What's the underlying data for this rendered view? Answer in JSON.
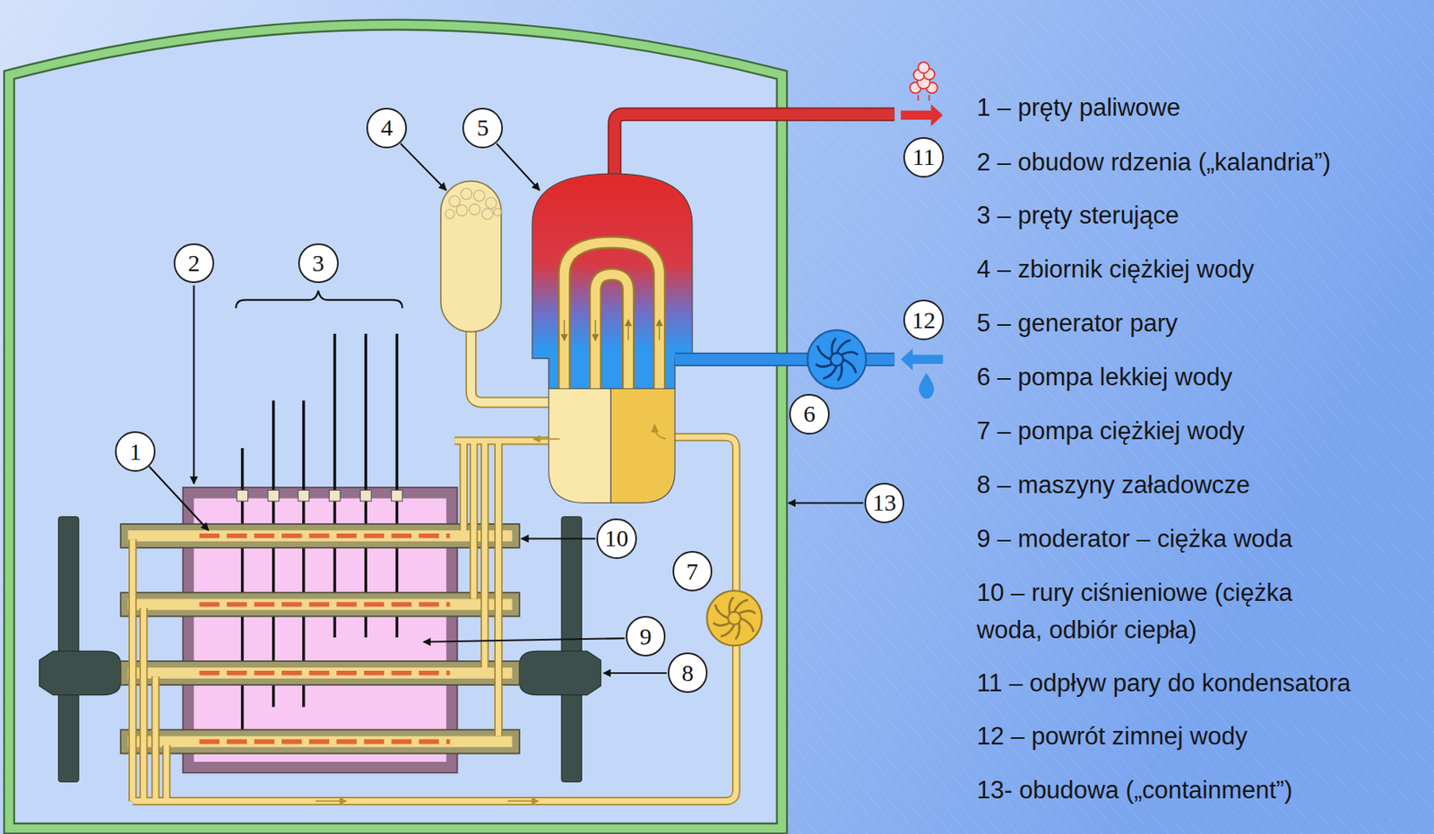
{
  "diagram": {
    "nodes": [
      {
        "text": [
          "1"
        ]
      },
      {
        "text": [
          "2"
        ]
      },
      {
        "text": [
          "3"
        ]
      },
      {
        "text": [
          "4"
        ]
      },
      {
        "text": [
          "5"
        ]
      },
      {
        "text": [
          "11"
        ]
      },
      {
        "text": [
          "12"
        ]
      },
      {
        "text": [
          "6"
        ]
      },
      {
        "text": [
          "13"
        ]
      },
      {
        "text": [
          "10"
        ]
      },
      {
        "text": [
          "7"
        ]
      },
      {
        "text": [
          "9"
        ]
      },
      {
        "text": [
          "8"
        ]
      }
    ],
    "labels": [
      "1 – pręty paliwowe",
      "2 – obudow rdzenia („kalandria”)",
      "3 – pręty sterujące",
      "4 – zbiornik ciężkiej wody",
      "5 – generator pary",
      "6 – pompa lekkiej wody",
      "7 – pompa ciężkiej wody",
      "8 – maszyny załadowcze",
      "9 – moderator – ciężka woda",
      "10 – rury ciśnieniowe (ciężka woda, odbiór ciepła)",
      "11 – odpływ pary do kondensatora",
      "12 – powrót zimnej wody",
      "13- obudowa („containment”)"
    ]
  }
}
